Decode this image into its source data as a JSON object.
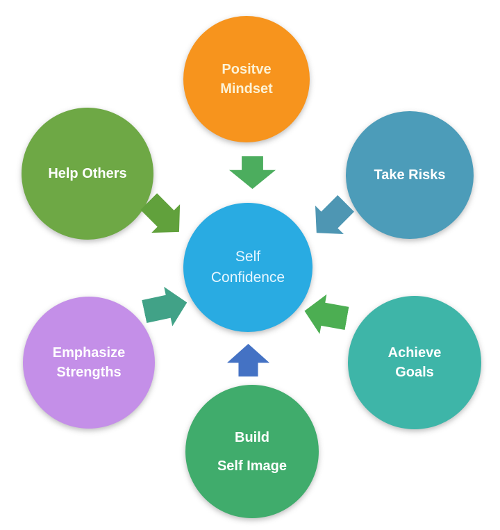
{
  "diagram": {
    "background": "#FFFFFF",
    "center": {
      "id": "self-confidence",
      "lines": [
        "Self",
        "Confidence"
      ],
      "color": "#29ABE2",
      "text_color": "#E6F6FF"
    },
    "nodes": [
      {
        "id": "positive-mindset",
        "lines": [
          "Positve",
          "Mindset"
        ],
        "color": "#F7941D",
        "text_color": "#FCF2D5"
      },
      {
        "id": "help-others",
        "lines": [
          "Help Others"
        ],
        "color": "#6EA845",
        "text_color": "#FFFFFF"
      },
      {
        "id": "take-risks",
        "lines": [
          "Take Risks"
        ],
        "color": "#4C9CB9",
        "text_color": "#FFFFFF"
      },
      {
        "id": "emphasize-strengths",
        "lines": [
          "Emphasize",
          "Strengths"
        ],
        "color": "#C48FE8",
        "text_color": "#FFFFFF"
      },
      {
        "id": "achieve-goals",
        "lines": [
          "Achieve",
          "Goals"
        ],
        "color": "#3EB5A8",
        "text_color": "#FFFFFF"
      },
      {
        "id": "build-self-image",
        "lines": [
          "Build",
          "Self Image"
        ],
        "color": "#40AC6C",
        "text_color": "#FFFFFF"
      }
    ],
    "arrows": [
      {
        "id": "arrow-from-positive-mindset",
        "direction": "down",
        "color": "#4CAD5E"
      },
      {
        "id": "arrow-from-take-risks",
        "direction": "down-left",
        "color": "#4E96B3"
      },
      {
        "id": "arrow-from-achieve-goals",
        "direction": "left",
        "color": "#4CAE52"
      },
      {
        "id": "arrow-from-build-self-image",
        "direction": "up",
        "color": "#4472C4"
      },
      {
        "id": "arrow-from-emphasize-strengths",
        "direction": "right",
        "color": "#41A287"
      },
      {
        "id": "arrow-from-help-others",
        "direction": "down-right",
        "color": "#61A13C"
      }
    ]
  }
}
